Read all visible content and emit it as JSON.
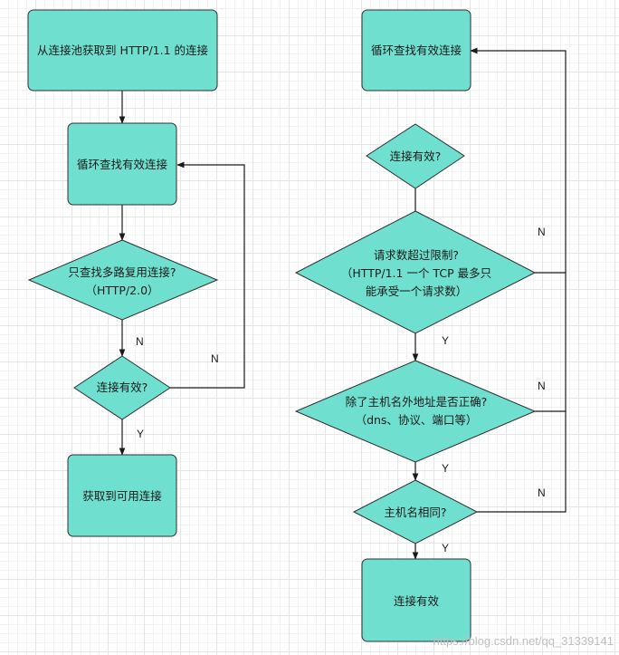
{
  "nodes": {
    "left_start": "从连接池获取到 HTTP/1.1 的连接",
    "left_loop": "循环查找有效连接",
    "left_multiplex": [
      "只查找多路复用连接?",
      "（HTTP/2.0）"
    ],
    "left_valid": "连接有效?",
    "left_result": "获取到可用连接",
    "right_loop": "循环查找有效连接",
    "right_valid": "连接有效?",
    "right_limit": [
      "请求数超过限制?",
      "（HTTP/1.1 一个 TCP 最多只",
      "能承受一个请求数）"
    ],
    "right_host": [
      "除了主机名外地址是否正确?",
      "（dns、协议、端口等）"
    ],
    "right_same_host": "主机名相同?",
    "right_result": "连接有效"
  },
  "edge_labels": {
    "no": "N",
    "yes": "Y"
  },
  "watermark": "https://blog.csdn.net/qq_31339141",
  "colors": {
    "node_fill": "#6fe0cf",
    "node_stroke": "#2f2f2f",
    "edge": "#1a1a1a"
  }
}
